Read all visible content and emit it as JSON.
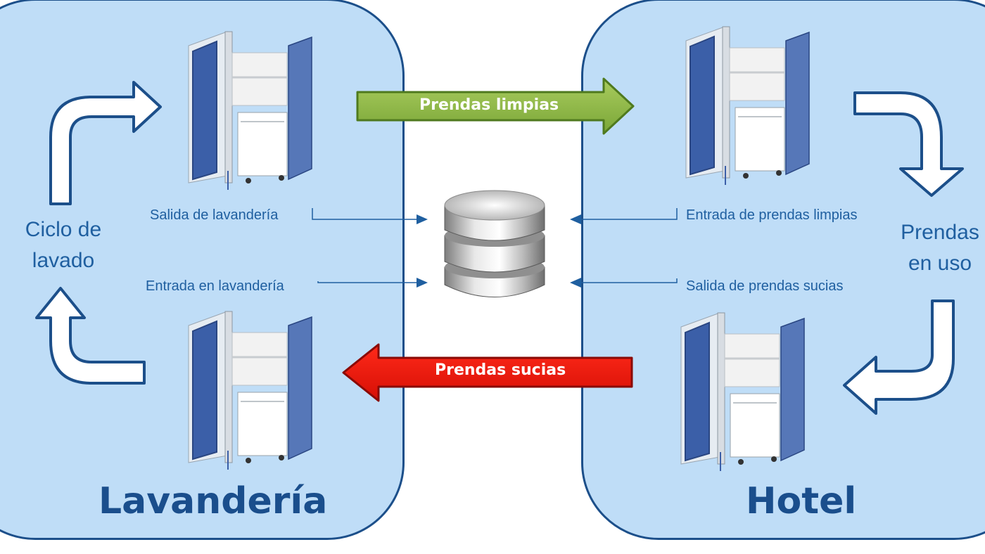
{
  "sections": {
    "laundry": {
      "title": "Lavandería",
      "cycle_label_line1": "Ciclo de",
      "cycle_label_line2": "lavado"
    },
    "hotel": {
      "title": "Hotel",
      "use_label_line1": "Prendas",
      "use_label_line2": "en uso"
    }
  },
  "flows": {
    "clean": {
      "label": "Prendas limpias",
      "color": "#8cb544",
      "border": "#4f7a1e"
    },
    "dirty": {
      "label": "Prendas sucias",
      "color": "#e8190f",
      "border": "#8a0a05"
    }
  },
  "events": {
    "laundry_exit": "Salida de lavandería",
    "laundry_entry": "Entrada en lavandería",
    "clean_entry": "Entrada de prendas limpias",
    "dirty_exit": "Salida de prendas sucias"
  },
  "icons": {
    "database": "database-icon",
    "cart": "laundry-cart-icon",
    "curved_arrow": "curved-arrow-icon"
  },
  "colors": {
    "panel_fill": "#bfddf7",
    "panel_border": "#1c4f8a",
    "text": "#1f5fa0"
  }
}
